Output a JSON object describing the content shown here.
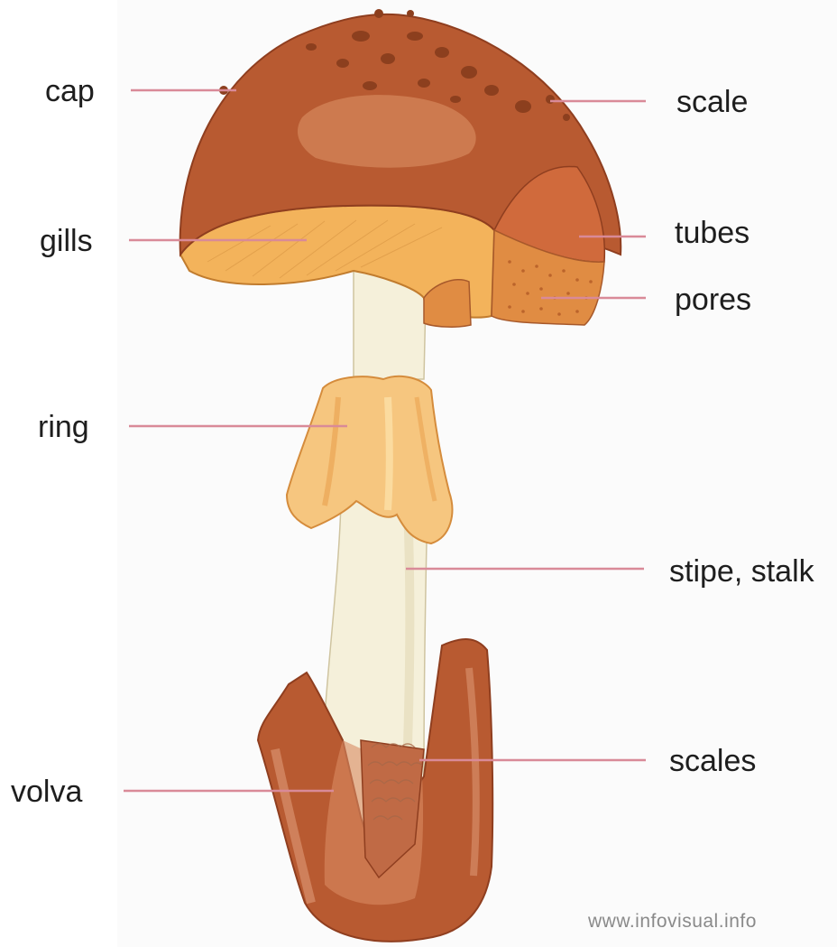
{
  "diagram": {
    "labels": {
      "cap": "cap",
      "gills": "gills",
      "ring": "ring",
      "volva": "volva",
      "scale": "scale",
      "tubes": "tubes",
      "pores": "pores",
      "stipe": "stipe, stalk",
      "scales": "scales"
    },
    "watermark": "www.infovisual.info",
    "colors": {
      "cap": "#b85a31",
      "cap_highlight": "#d4855a",
      "gills": "#f3b35b",
      "stipe": "#f5f0da",
      "ring": "#f6c67f",
      "volva": "#b85a31",
      "leader_line": "#d98a98",
      "label_text": "#1e1e1e",
      "watermark_text": "#8a8a8a"
    }
  }
}
